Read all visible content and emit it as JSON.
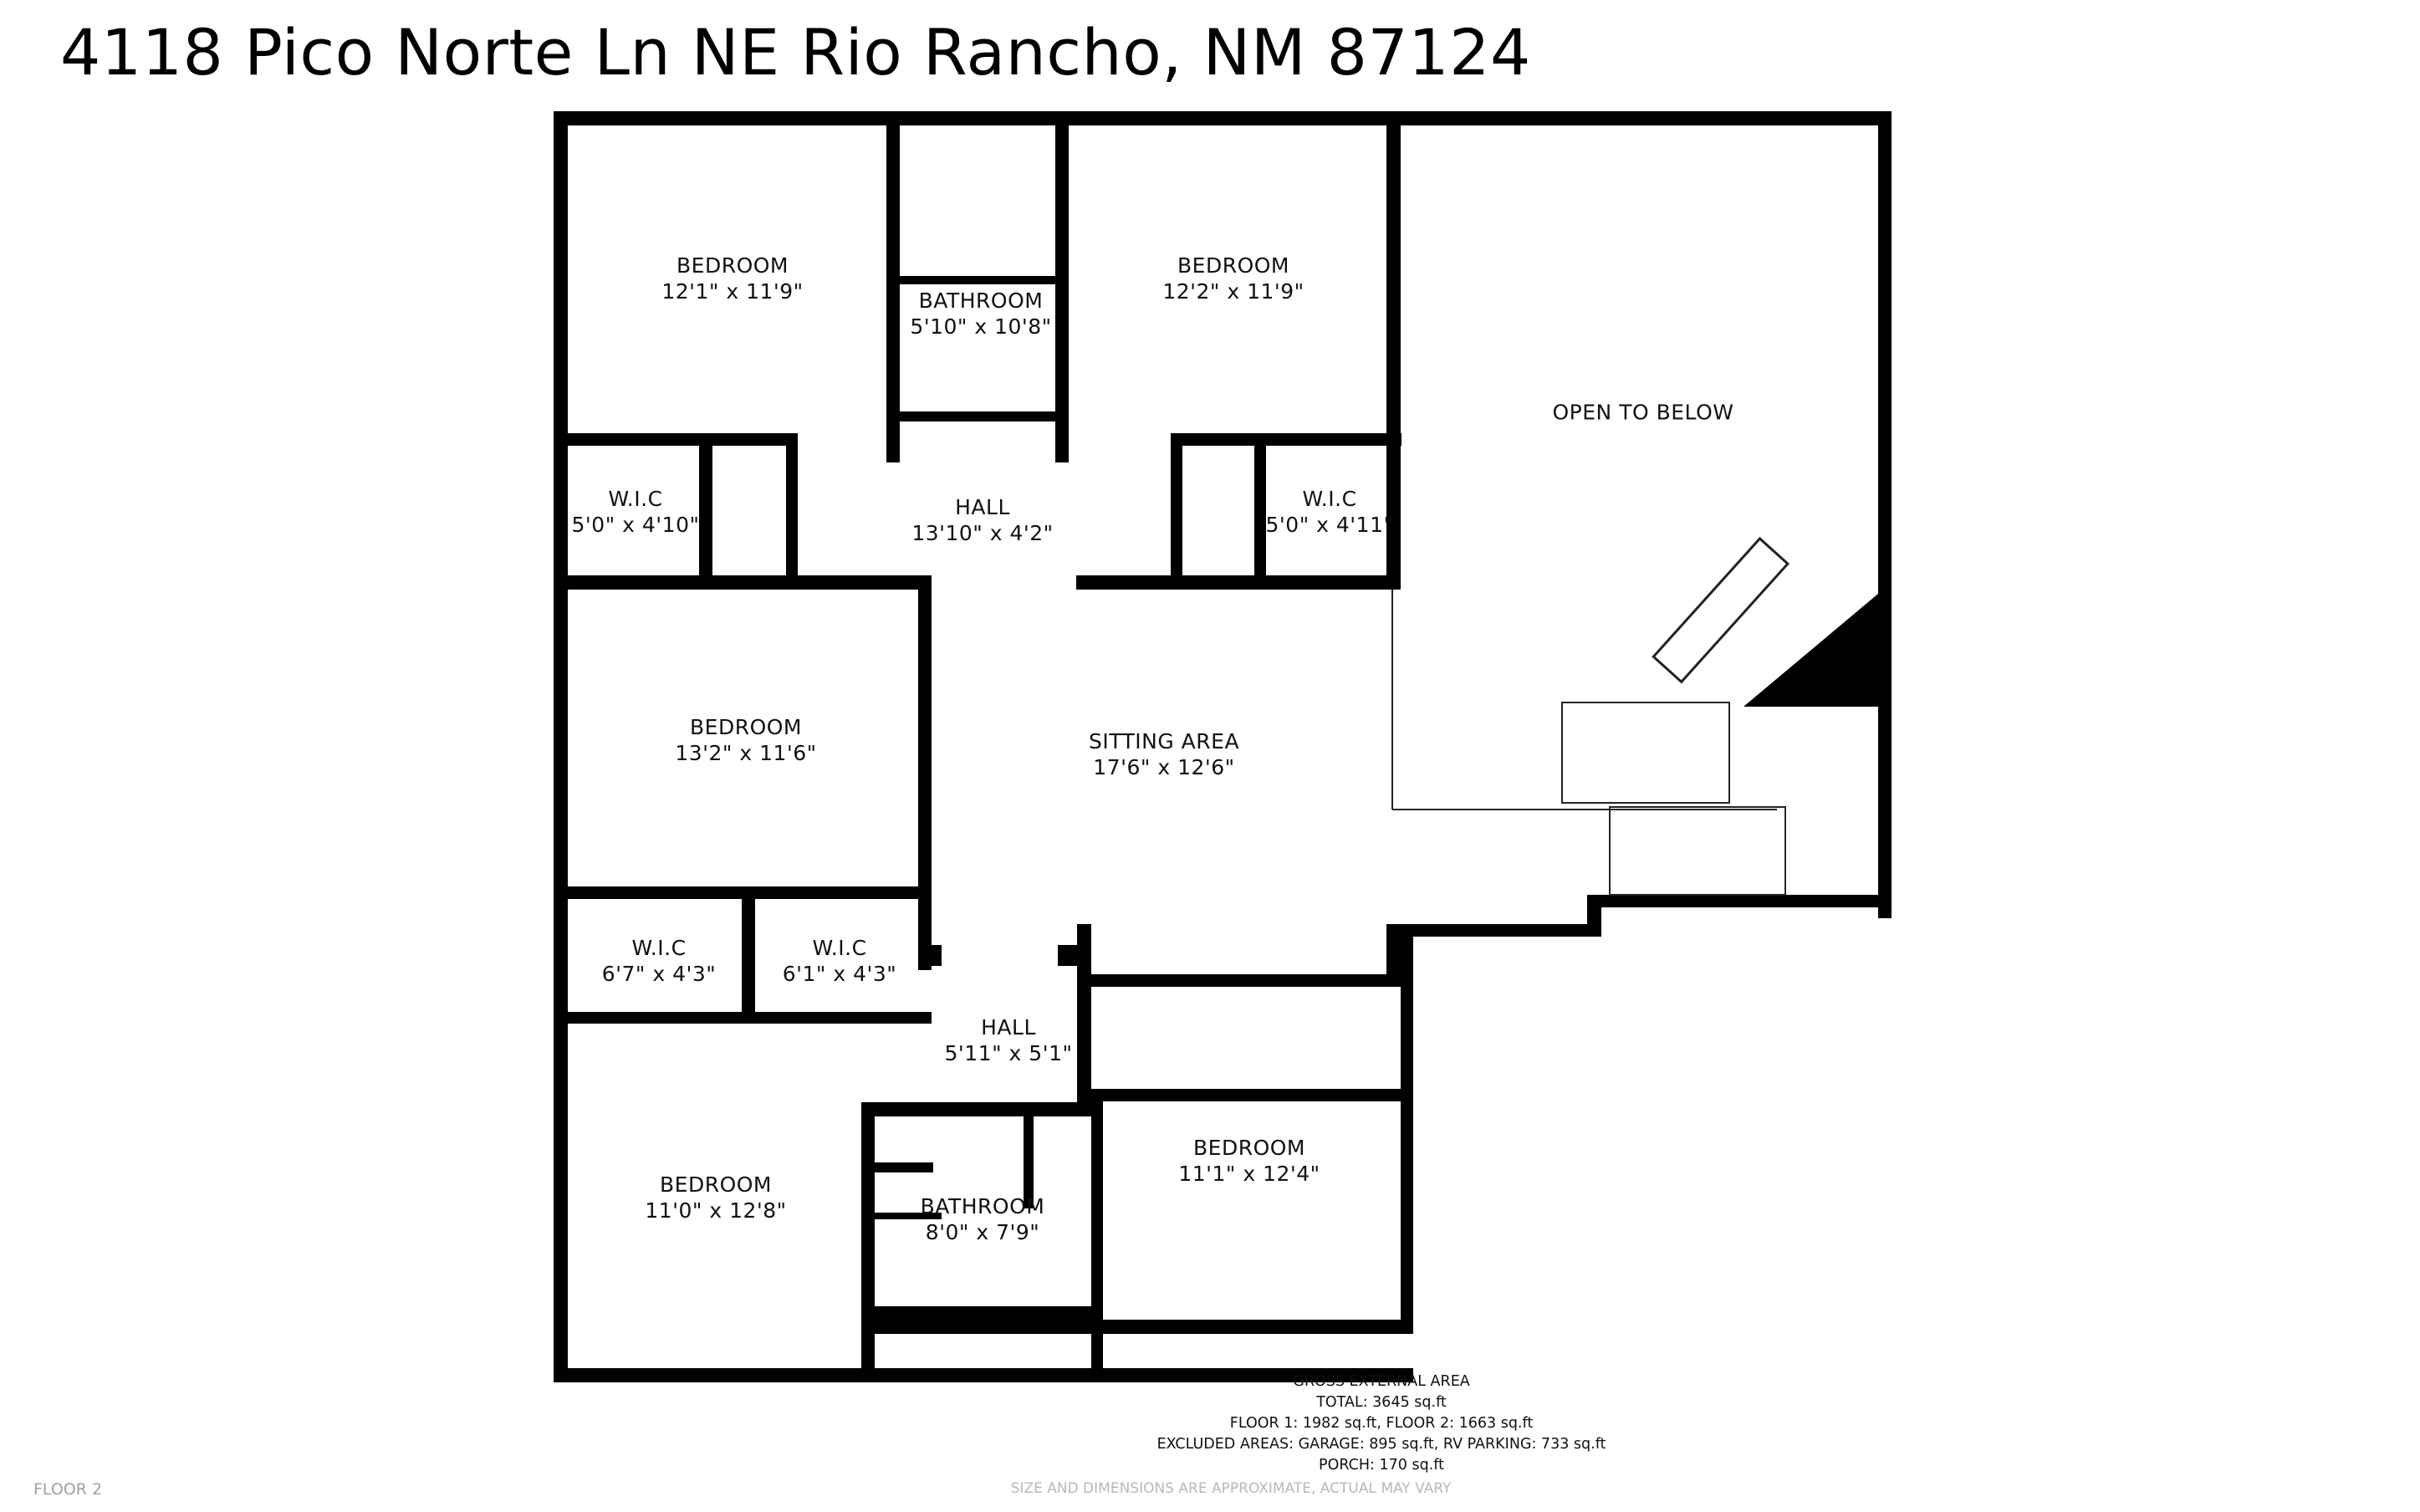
{
  "title": "4118 Pico Norte Ln NE Rio Rancho, NM 87124",
  "rooms": [
    {
      "name": "BEDROOM",
      "dims": "12'1\" x 11'9\""
    },
    {
      "name": "BATHROOM",
      "dims": "5'10\" x 10'8\""
    },
    {
      "name": "BEDROOM",
      "dims": "12'2\" x 11'9\""
    },
    {
      "name": "OPEN TO BELOW",
      "dims": ""
    },
    {
      "name": "W.I.C",
      "dims": "5'0\" x 4'10\""
    },
    {
      "name": "HALL",
      "dims": "13'10\" x 4'2\""
    },
    {
      "name": "W.I.C",
      "dims": "5'0\" x 4'11\""
    },
    {
      "name": "BEDROOM",
      "dims": "13'2\" x 11'6\""
    },
    {
      "name": "SITTING AREA",
      "dims": "17'6\" x 12'6\""
    },
    {
      "name": "W.I.C",
      "dims": "6'7\" x 4'3\""
    },
    {
      "name": "W.I.C",
      "dims": "6'1\" x 4'3\""
    },
    {
      "name": "HALL",
      "dims": "5'11\" x 5'1\""
    },
    {
      "name": "BEDROOM",
      "dims": "11'1\" x 12'4\""
    },
    {
      "name": "BEDROOM",
      "dims": "11'0\" x 12'8\""
    },
    {
      "name": "BATHROOM",
      "dims": "8'0\" x 7'9\""
    }
  ],
  "area": {
    "heading": "GROSS EXTERNAL AREA",
    "total": "TOTAL: 3645 sq.ft",
    "floors": "FLOOR 1: 1982 sq.ft, FLOOR 2: 1663 sq.ft",
    "excluded": "EXCLUDED AREAS: GARAGE: 895 sq.ft, RV PARKING: 733 sq.ft",
    "porch": "PORCH: 170 sq.ft"
  },
  "disclaimer": "SIZE AND DIMENSIONS ARE APPROXIMATE, ACTUAL MAY VARY",
  "floor_label": "FLOOR 2",
  "colors": {
    "wall": "#000000",
    "window": "#ffffff",
    "disclaimer": "#b8b8b8",
    "floor_label": "#a0a0a0"
  }
}
